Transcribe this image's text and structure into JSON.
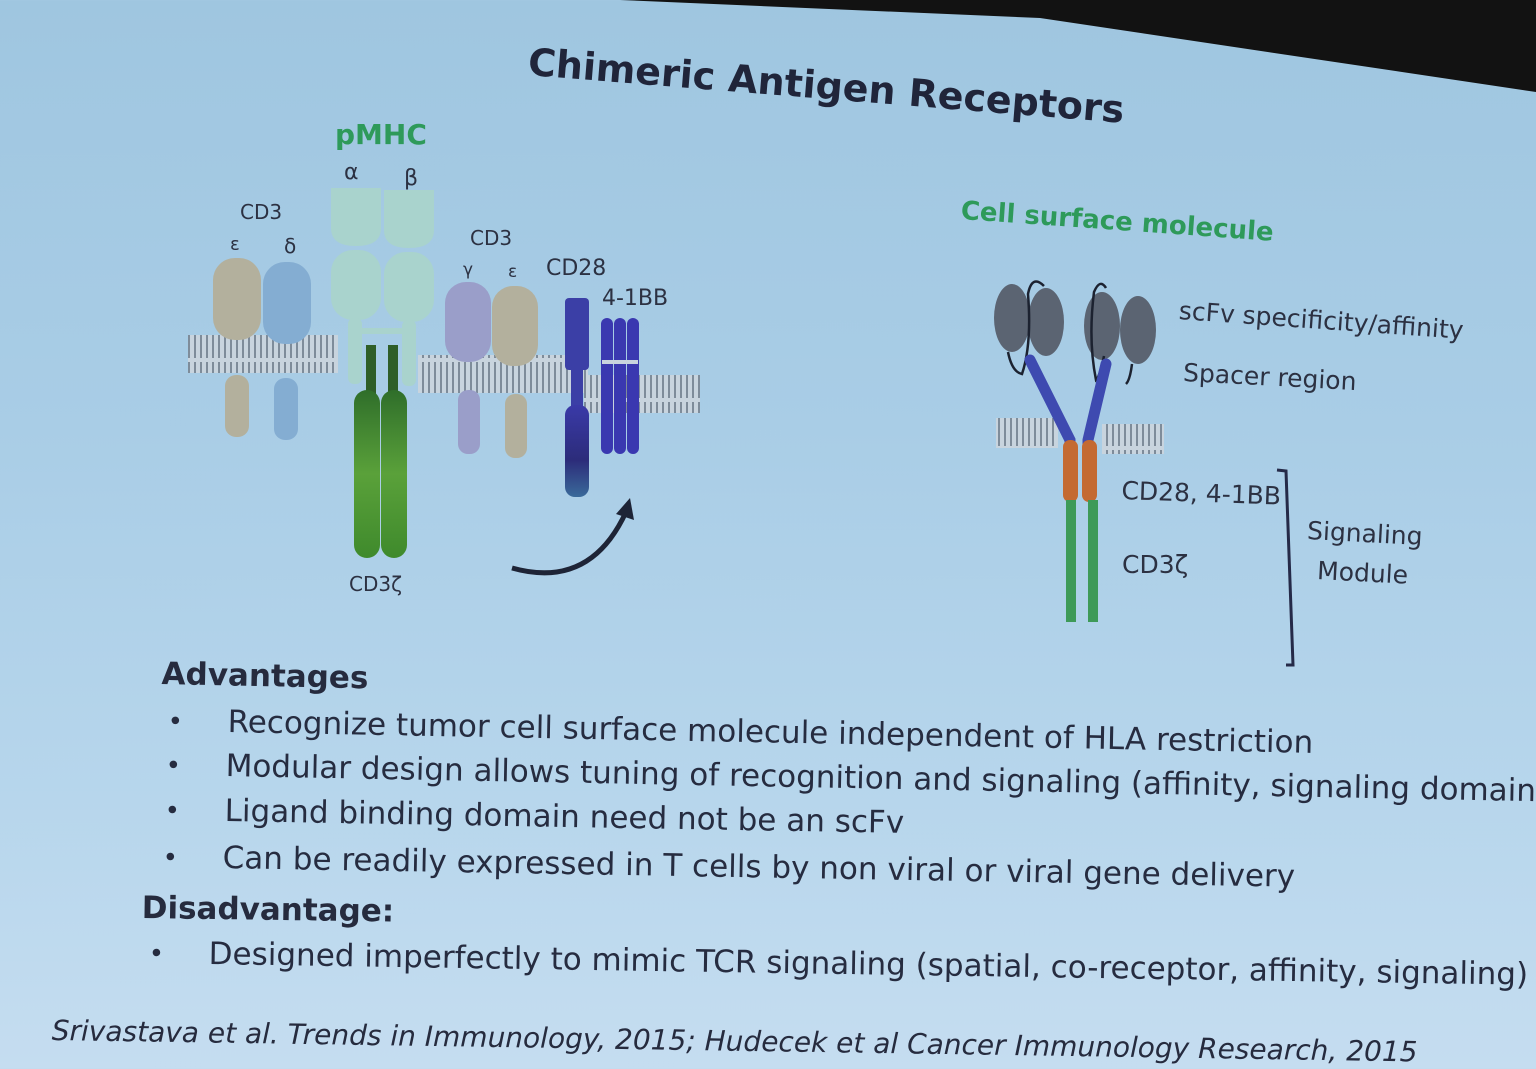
{
  "slide": {
    "title": "Chimeric Antigen Receptors"
  },
  "tcr_diagram": {
    "pmhc_label": "pMHC",
    "alpha": "α",
    "beta": "β",
    "cd3_left": "CD3",
    "epsilon_left": "ε",
    "delta": "δ",
    "cd3_right": "CD3",
    "gamma": "γ",
    "epsilon_right": "ε",
    "cd28": "CD28",
    "four_1bb": "4-1BB",
    "cd3zeta": "CD3ζ"
  },
  "car_diagram": {
    "heading": "Cell surface molecule",
    "scfv": "scFv specificity/affinity",
    "spacer": "Spacer region",
    "costim": "CD28, 4-1BB",
    "cd3zeta": "CD3ζ",
    "module_line1": "Signaling",
    "module_line2": "Module"
  },
  "advantages": {
    "heading": "Advantages",
    "items": [
      "Recognize tumor cell surface molecule independent of HLA restriction",
      "Modular design allows tuning of recognition and signaling (affinity, signaling domains)",
      "Ligand binding domain need not be an scFv",
      "Can be readily expressed in T cells by non viral or viral gene delivery"
    ]
  },
  "disadvantages": {
    "heading": "Disadvantage:",
    "items": [
      "Designed imperfectly to mimic TCR signaling (spatial, co-receptor, affinity, signaling)"
    ]
  },
  "citation": "Srivastava et al. Trends in Immunology, 2015; Hudecek et al Cancer Immunology Research, 2015",
  "colors": {
    "membrane": "#8e9aa8",
    "tcr_chain": "#a9d3cd",
    "cd3_epsilon": "#b3b09d",
    "cd3_delta": "#84add2",
    "cd3_gamma": "#9a9ec9",
    "cd3_zeta": "#4f8f2f",
    "cd28": "#3b3fa6",
    "four_1bb": "#3a38b0",
    "car_stalk": "#3e4ab0",
    "car_tm": "#c46a32",
    "car_signal": "#3e9a58",
    "scfv": "#5b6472"
  }
}
